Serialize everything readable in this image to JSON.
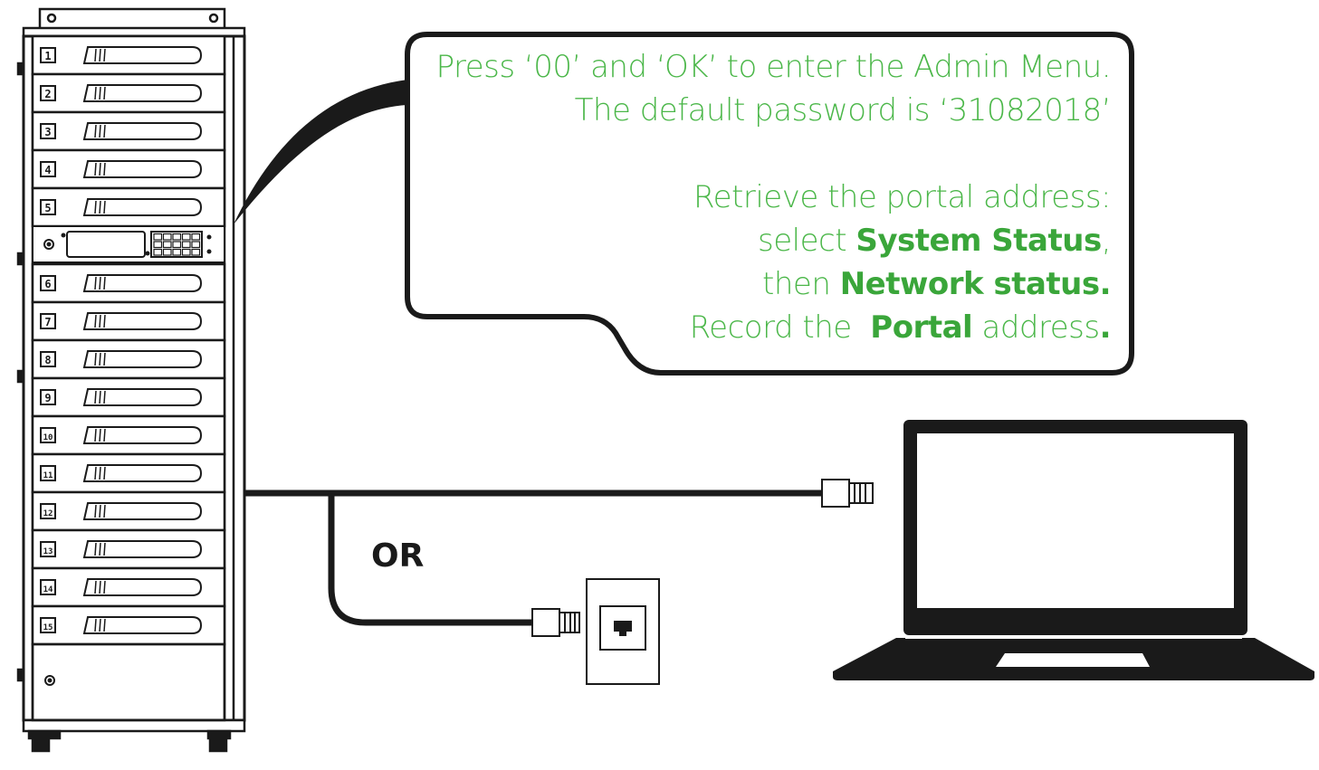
{
  "callout": {
    "line1": "Press ‘00’ and ‘OK’ to enter the Admin Menu.",
    "line2": "The default password is ‘31082018’",
    "line3": "Retrieve the portal address:",
    "line4_prefix": "select ",
    "line4_bold": "System Status",
    "line4_suffix": ",",
    "line5_prefix": "then ",
    "line5_bold": "Network status.",
    "line6_prefix": "Record the  ",
    "line6_bold": "Portal",
    "line6_mid": " address",
    "line6_suffix": "."
  },
  "or_label": "OR",
  "cabinet": {
    "bay_numbers": [
      "1",
      "2",
      "3",
      "4",
      "5",
      "6",
      "7",
      "8",
      "9",
      "10",
      "11",
      "12",
      "13",
      "14",
      "15"
    ]
  },
  "colors": {
    "callout_text": "#4bb749",
    "outline": "#1a1a1a"
  }
}
